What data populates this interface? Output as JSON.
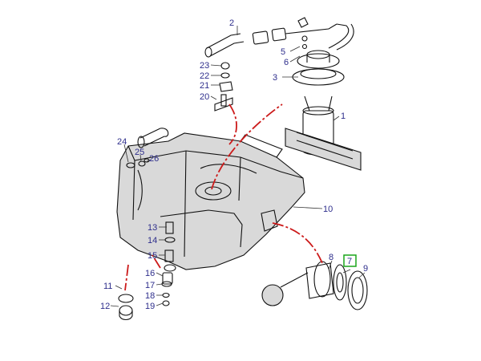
{
  "callouts": [
    {
      "id": "1",
      "label": "1"
    },
    {
      "id": "2",
      "label": "2"
    },
    {
      "id": "3",
      "label": "3"
    },
    {
      "id": "5",
      "label": "5"
    },
    {
      "id": "6",
      "label": "6"
    },
    {
      "id": "7",
      "label": "7",
      "highlight": true
    },
    {
      "id": "8",
      "label": "8"
    },
    {
      "id": "9",
      "label": "9"
    },
    {
      "id": "10",
      "label": "10"
    },
    {
      "id": "11",
      "label": "11"
    },
    {
      "id": "12",
      "label": "12"
    },
    {
      "id": "13",
      "label": "13"
    },
    {
      "id": "14",
      "label": "14"
    },
    {
      "id": "15",
      "label": "15"
    },
    {
      "id": "16",
      "label": "16"
    },
    {
      "id": "17",
      "label": "17"
    },
    {
      "id": "18",
      "label": "18"
    },
    {
      "id": "19",
      "label": "19"
    },
    {
      "id": "20",
      "label": "20"
    },
    {
      "id": "21",
      "label": "21"
    },
    {
      "id": "22",
      "label": "22"
    },
    {
      "id": "23",
      "label": "23"
    },
    {
      "id": "24",
      "label": "24"
    },
    {
      "id": "25",
      "label": "25"
    },
    {
      "id": "26",
      "label": "26"
    }
  ],
  "colors": {
    "label": "#2e2e8c",
    "highlight": "#1aa51a",
    "flow_line": "#cc1a1a",
    "line_art": "#111111"
  }
}
